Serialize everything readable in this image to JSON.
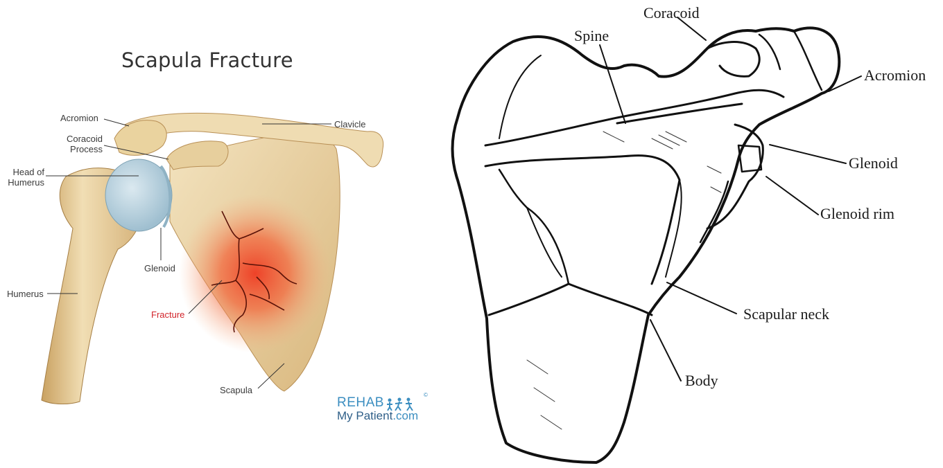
{
  "left": {
    "title": "Scapula Fracture",
    "labels": {
      "acromion": "Acromion",
      "coracoid_1": "Coracoid",
      "coracoid_2": "Process",
      "head_1": "Head of",
      "head_2": "Humerus",
      "clavicle": "Clavicle",
      "glenoid": "Glenoid",
      "humerus": "Humerus",
      "fracture": "Fracture",
      "scapula": "Scapula"
    },
    "logo": {
      "line1": "REHAB",
      "line2_a": "My Patient",
      "line2_b": ".com",
      "copyright": "©",
      "icon": "rehab-figures-icon"
    }
  },
  "right": {
    "labels": {
      "coracoid": "Coracoid",
      "spine": "Spine",
      "acromion": "Acromion",
      "glenoid": "Glenoid",
      "glenoid_rim": "Glenoid rim",
      "scapular_neck": "Scapular neck",
      "body": "Body"
    }
  },
  "colors": {
    "bone": "#e9d4a6",
    "bone_shade": "#c9a56a",
    "humeral_head": "#b9d2de",
    "fracture_glow": "#e8402a",
    "fracture_text": "#d2232a",
    "logo_blue": "#3b8ec0"
  }
}
